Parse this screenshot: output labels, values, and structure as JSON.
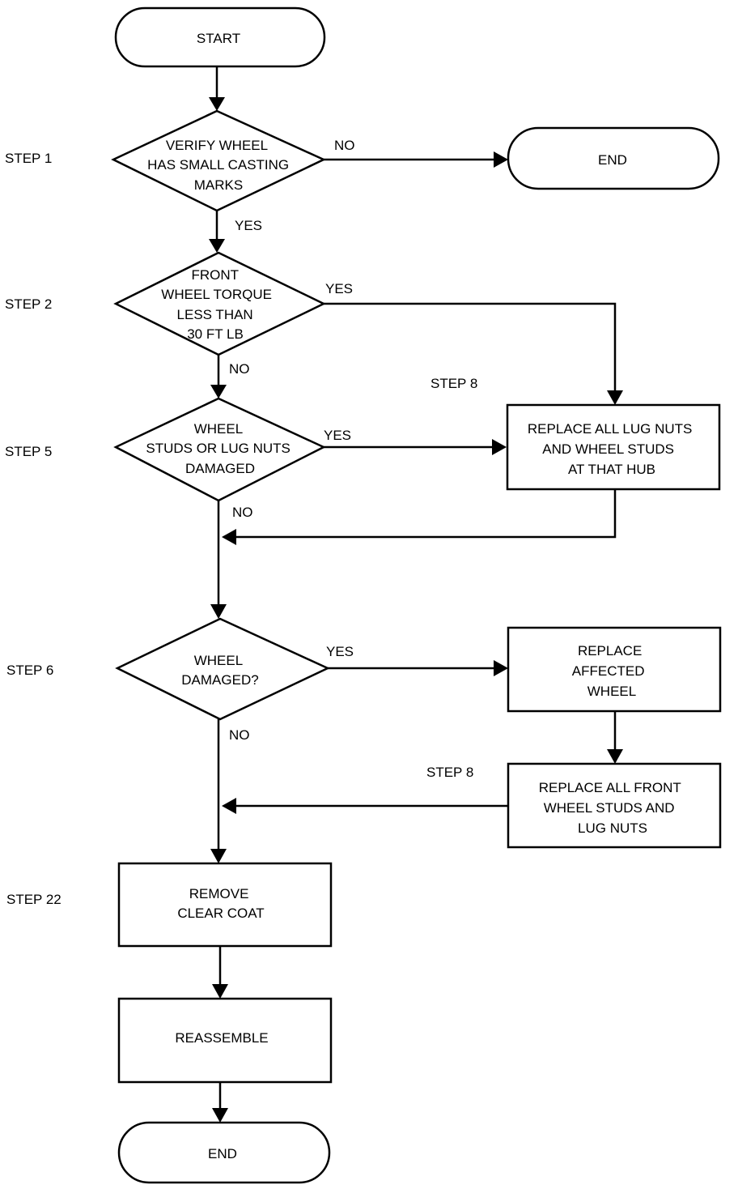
{
  "nodes": {
    "start": {
      "lines": [
        "START"
      ]
    },
    "end_top": {
      "lines": [
        "END"
      ]
    },
    "verify": {
      "lines": [
        "VERIFY WHEEL",
        "HAS SMALL CASTING",
        "MARKS"
      ]
    },
    "torque": {
      "lines": [
        "FRONT",
        "WHEEL TORQUE",
        "LESS THAN",
        "30 FT LB"
      ]
    },
    "studs": {
      "lines": [
        "WHEEL",
        "STUDS OR LUG NUTS",
        "DAMAGED"
      ]
    },
    "replace_hub": {
      "lines": [
        "REPLACE ALL LUG NUTS",
        "AND WHEEL STUDS",
        "AT THAT HUB"
      ]
    },
    "wheel_dmg": {
      "lines": [
        "WHEEL",
        "DAMAGED?"
      ]
    },
    "replace_wheel": {
      "lines": [
        "REPLACE",
        "AFFECTED",
        "WHEEL"
      ]
    },
    "replace_front": {
      "lines": [
        "REPLACE ALL FRONT",
        "WHEEL STUDS AND",
        "LUG NUTS"
      ]
    },
    "clearcoat": {
      "lines": [
        "REMOVE",
        "CLEAR COAT"
      ]
    },
    "reassemble": {
      "lines": [
        "REASSEMBLE"
      ]
    },
    "end_bottom": {
      "lines": [
        "END"
      ]
    }
  },
  "step_labels": {
    "step1": "STEP 1",
    "step2": "STEP 2",
    "step5": "STEP 5",
    "step6": "STEP 6",
    "step22": "STEP 22",
    "step8_upper": "STEP 8",
    "step8_lower": "STEP 8"
  },
  "edge_labels": {
    "verify_no": "NO",
    "verify_yes": "YES",
    "torque_yes": "YES",
    "torque_no": "NO",
    "studs_yes": "YES",
    "studs_no": "NO",
    "wheel_yes": "YES",
    "wheel_no": "NO"
  }
}
